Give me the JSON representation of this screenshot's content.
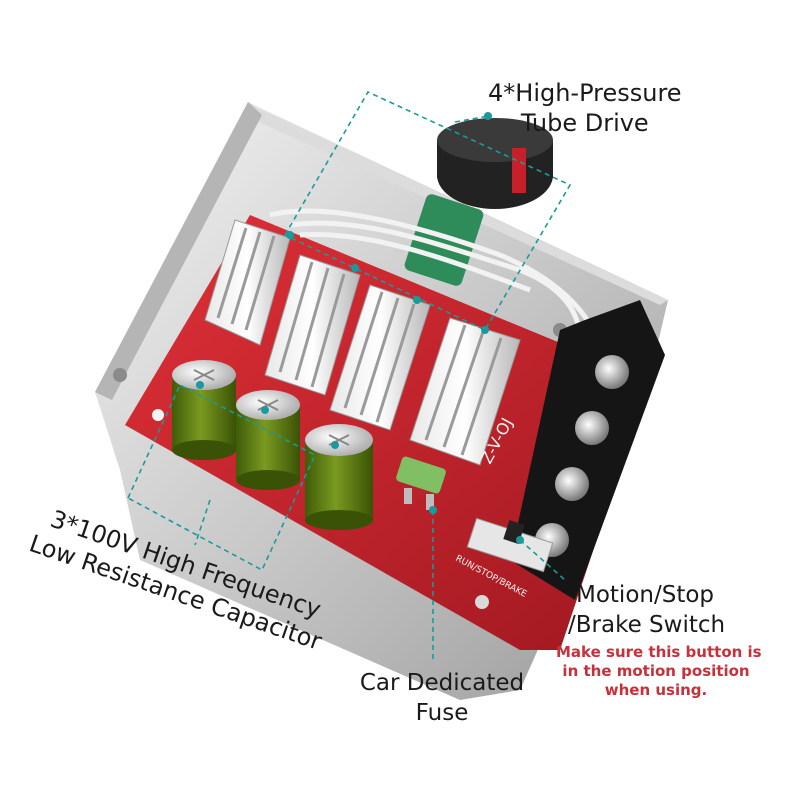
{
  "callouts": {
    "tube_drive": {
      "line1": "4*High-Pressure",
      "line2": "Tube Drive"
    },
    "capacitor": {
      "line1": "3*100V High Frequency",
      "line2": "Low Resistance Capacitor"
    },
    "fuse": {
      "line1": "Car Dedicated",
      "line2": "Fuse"
    },
    "switch": {
      "line1": "Motion/Stop",
      "line2": "/Brake Switch"
    },
    "warning": {
      "line1": "Make sure this button is",
      "line2": "in the motion position",
      "line3": "when using."
    }
  },
  "board_markings": {
    "switch_print": "RUN/STOP/BRAKE",
    "model_print": "Z-V-OJ"
  },
  "colors": {
    "callout_line": "#1a9a9a",
    "board": "#c8202a",
    "warning_text": "#c8303a",
    "capacitor_sleeve": "#5a7a12",
    "terminal_block": "#151515"
  }
}
